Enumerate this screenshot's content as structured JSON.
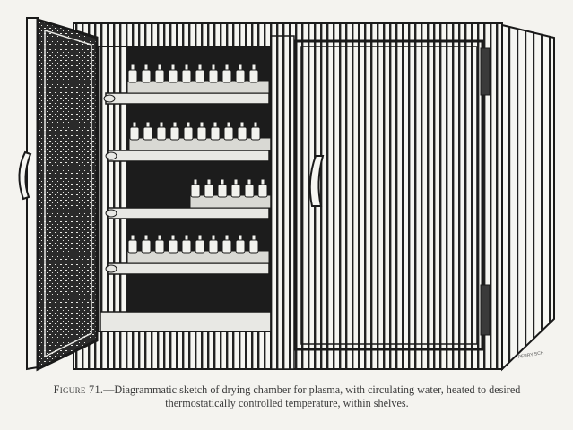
{
  "caption": {
    "label": "Figure 71.",
    "text": "—Diagrammatic sketch of drying chamber for plasma, with circulating water, heated to desired thermostatically controlled temperature, within shelves."
  },
  "artist_signature": "PERRY SCH",
  "colors": {
    "paper": "#f4f3ef",
    "ink": "#1a1a1a",
    "interior_dark": "#1c1c1c",
    "shelf": "#e8e8e4",
    "caption_ink": "#3a3a3a"
  },
  "illustration": {
    "subject": "drying-chamber",
    "left_door_state": "open",
    "right_door_state": "closed",
    "shelf_count": 5
  }
}
